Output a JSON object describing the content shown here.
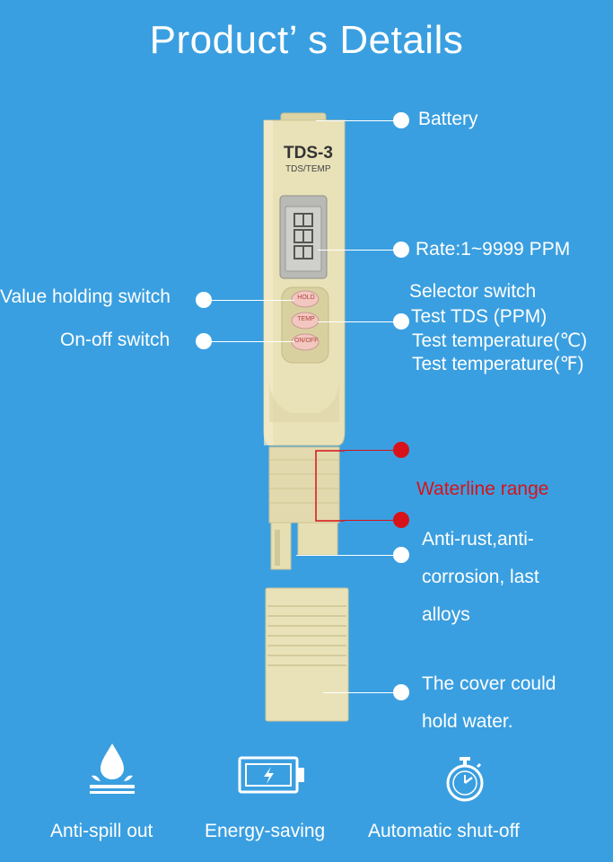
{
  "title": "Product’ s Details",
  "device": {
    "model": "TDS-3",
    "subtitle": "TDS/TEMP",
    "buttons": [
      "HOLD",
      "TEMP",
      "ON/OFF"
    ]
  },
  "callouts": {
    "battery": "Battery",
    "rate": "Rate:1~9999 PPM",
    "value_holding": "Value holding switch",
    "on_off": "On-off switch",
    "selector": "Selector switch",
    "test_tds": "Test TDS (PPM)",
    "test_temp_c": "Test temperature(℃)",
    "test_temp_f": "Test temperature(℉)",
    "waterline": "Waterline range",
    "alloy_1": "Anti-rust,anti-",
    "alloy_2": "corrosion, last",
    "alloy_3": "alloys",
    "cover_1": "The cover could",
    "cover_2": "hold water."
  },
  "features": [
    {
      "label": "Anti-spill out",
      "icon": "water-drop-icon"
    },
    {
      "label": "Energy-saving",
      "icon": "battery-icon"
    },
    {
      "label": "Automatic shut-off",
      "icon": "stopwatch-icon"
    }
  ],
  "colors": {
    "background": "#3a9fe0",
    "accent_red": "#d8121a",
    "device": "#e9e2b8"
  }
}
